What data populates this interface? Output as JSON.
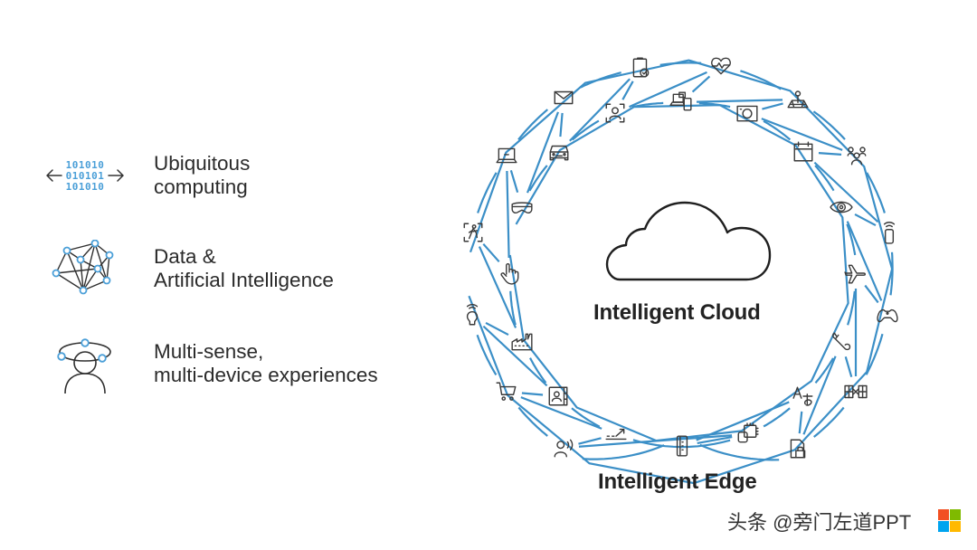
{
  "legend": [
    {
      "icon": "binary-arrows-icon",
      "line1": "Ubiquitous",
      "line2": "computing"
    },
    {
      "icon": "neural-network-icon",
      "line1": "Data &",
      "line2": "Artificial Intelligence"
    },
    {
      "icon": "person-orbit-icon",
      "line1": "Multi-sense,",
      "line2": "multi-device experiences"
    }
  ],
  "binary_rows": [
    "101010",
    "010101",
    "101010"
  ],
  "center": {
    "cloud_label": "Intelligent Cloud",
    "edge_label": "Intelligent Edge"
  },
  "colors": {
    "ring_line": "#3b8fc7",
    "icon_stroke": "#3a3a3a",
    "accent_blue": "#4a9fd8",
    "text": "#262626"
  },
  "outer_ring": [
    "clipboard-check-icon",
    "heart-pulse-icon",
    "map-pin-icon",
    "people-group-icon",
    "smart-speaker-icon",
    "gamepad-icon",
    "satellite-icon",
    "locked-document-icon",
    "memory-stick-icon",
    "voice-person-icon",
    "shopping-cart-icon",
    "smart-bulb-icon",
    "person-scan-icon",
    "laptop-weather-icon",
    "mail-icon"
  ],
  "inner_ring": [
    "face-scan-icon",
    "devices-icon",
    "camera-icon",
    "calendar-icon",
    "eye-icon",
    "airplane-icon",
    "wrench-icon",
    "translate-icon",
    "chip-icon",
    "trend-arrow-icon",
    "contact-book-icon",
    "factory-icon",
    "hand-pointer-icon",
    "mixed-reality-headset-icon",
    "car-icon"
  ],
  "watermark": {
    "text": "头条 @旁门左道PPT",
    "logo_colors": [
      "#f25022",
      "#7fba00",
      "#00a4ef",
      "#ffb900"
    ]
  }
}
